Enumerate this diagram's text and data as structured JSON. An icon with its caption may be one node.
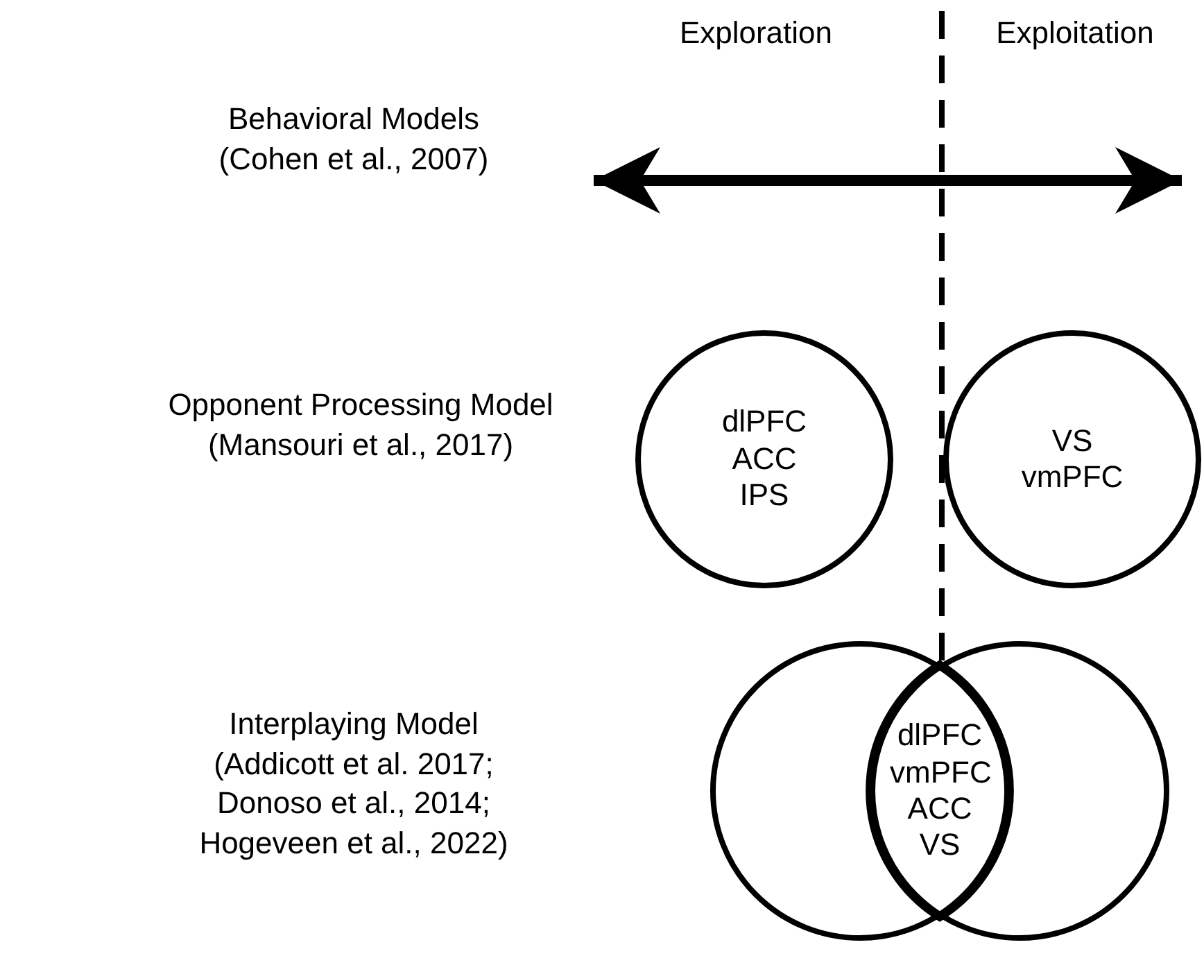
{
  "diagram": {
    "nodes": [
      {
        "text": [
          "dlPFC ACC IPS"
        ]
      },
      {
        "text": [
          "VS vmPFC"
        ]
      },
      {
        "text": [],
        "shape": "circle"
      },
      {
        "text": [],
        "shape": "circle"
      },
      {
        "text": [
          "dlPFC vmPFC ACC VS"
        ]
      }
    ],
    "labels": [
      "Exploration",
      "Exploitation",
      "Behavioral Models (Cohen et al., 2007)",
      "Opponent Processing Model (Mansouri et al., 2017)",
      "Interplaying Model (Addicott et al. 2017; Donoso et al., 2014; Hogeveen et al., 2022)"
    ]
  }
}
